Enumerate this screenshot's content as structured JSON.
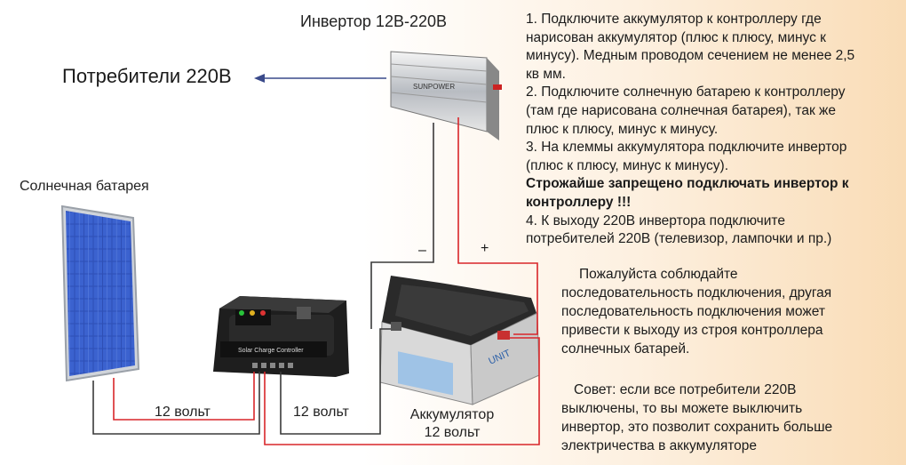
{
  "labels": {
    "inverter": "Инвертор 12В-220В",
    "consumers": "Потребители 220В",
    "solar_panel": "Солнечная батарея",
    "volt_left": "12 вольт",
    "volt_mid": "12 вольт",
    "battery_line1": "Аккумулятор",
    "battery_line2": "12 вольт",
    "minus": "–",
    "plus": "+"
  },
  "devices": {
    "inverter_brand": "SUNPOWER",
    "controller_brand": "Solar Charge Controller",
    "battery_brand": "UNIT"
  },
  "instructions": [
    "1. Подключите аккумулятор к контроллеру где нарисован аккумулятор (плюс к плюсу, минус к минусу). Медным проводом сечением не менее 2,5 кв мм.",
    "2. Подключите солнечную батарею к контроллеру (там где нарисована солнечная батарея), так же плюс к плюсу, минус к минусу.",
    "3. На клеммы аккумулятора подключите инвертор (плюс к плюсу, минус к минусу)."
  ],
  "warning": "Строжайше запрещено подключать инвертор к контроллеру !!!",
  "instruction_4": "4. К выходу 220В инвертора подключите потребителей 220В (телевизор, лампочки и пр.)",
  "note_order": "Пожалуйста соблюдайте последовательность подключения, другая последовательность подключения может привести к выходу из строя контроллера солнечных батарей.",
  "note_tip": "Совет: если все потребители 220В выключены, то вы можете выключить инвертор, это позволит сохранить больше электричества в аккумуляторе",
  "colors": {
    "wire_red": "#d9262a",
    "wire_black": "#333333",
    "arrow": "#3a4a8a"
  }
}
